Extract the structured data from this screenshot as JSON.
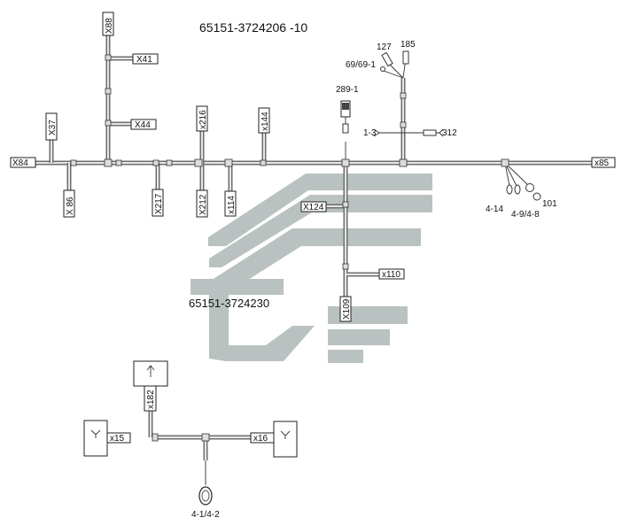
{
  "titles": {
    "main_part_number": "65151-3724206 -10",
    "sub_part_number": "65151-3724230"
  },
  "connectors": {
    "x84": "X84",
    "x88": "X88",
    "x41": "X41",
    "x44": "X44",
    "x37": "X37",
    "x86": "X 86",
    "x217": "X217",
    "x216": "x216",
    "x212": "X212",
    "x114": "x114",
    "x144": "x144",
    "x124": "X124",
    "x110": "x110",
    "x109": "X109",
    "x85": "x85",
    "x182": "x182",
    "x15": "x15",
    "x16": "x16"
  },
  "components": {
    "c289": "289-1",
    "c127": "127",
    "c185": "185",
    "c69": "69/69-1",
    "c13": "1-3",
    "c312": "312",
    "c414": "4-14",
    "c49": "4-9/4-8",
    "c101": "101",
    "c41": "4-1/4-2"
  },
  "colors": {
    "wire_outer": "#6f6f6f",
    "wire_inner": "#e6e6e6",
    "watermark": "#b9c2c0"
  }
}
